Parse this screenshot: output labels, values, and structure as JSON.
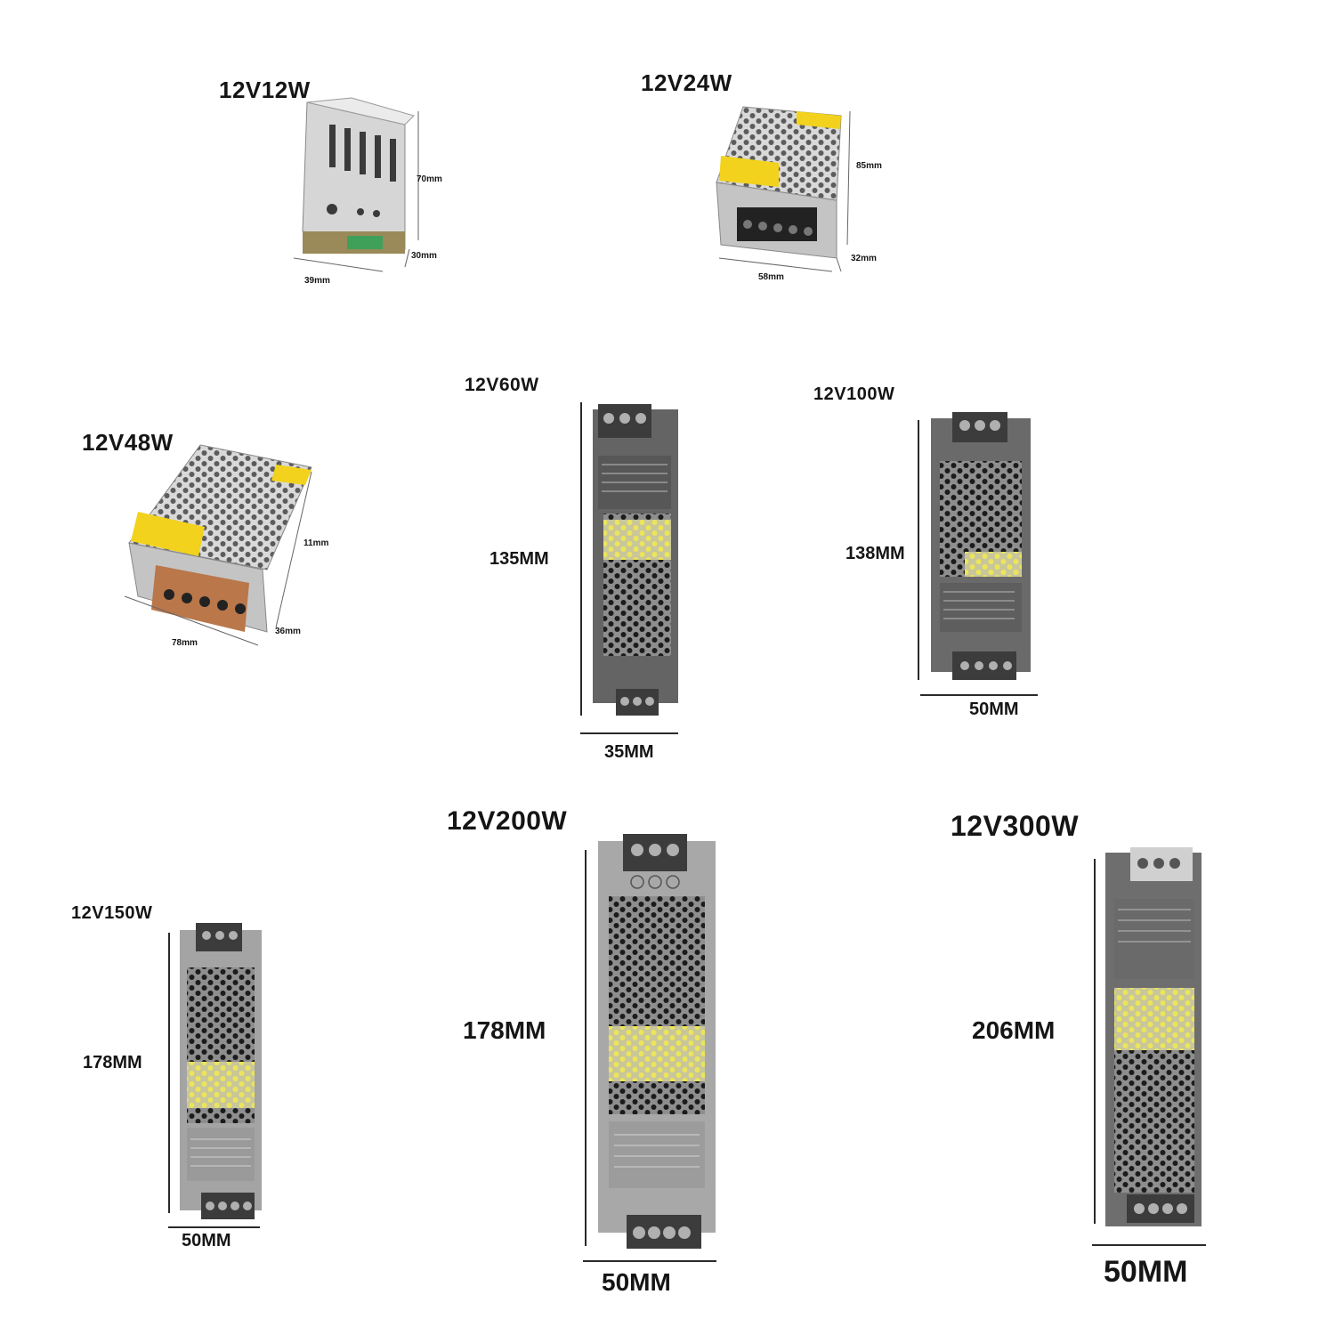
{
  "products": [
    {
      "title": "12V12W",
      "dims": [
        "70mm",
        "30mm",
        "39mm"
      ]
    },
    {
      "title": "12V24W",
      "dims": [
        "85mm",
        "32mm",
        "58mm"
      ]
    },
    {
      "title": "12V48W",
      "dims": [
        "11mm",
        "36mm",
        "78mm"
      ]
    },
    {
      "title": "12V60W",
      "dims": [
        "135MM",
        "35MM"
      ]
    },
    {
      "title": "12V100W",
      "dims": [
        "138MM",
        "50MM"
      ]
    },
    {
      "title": "12V150W",
      "dims": [
        "178MM",
        "50MM"
      ]
    },
    {
      "title": "12V200W",
      "dims": [
        "178MM",
        "50MM"
      ]
    },
    {
      "title": "12V300W",
      "dims": [
        "206MM",
        "50MM"
      ]
    }
  ],
  "colors": {
    "housing_silver": "#c9c9c9",
    "housing_dark": "#5a5a5a",
    "label_yellow": "#f2d21c",
    "honeycomb_yellow": "#e9e26a"
  }
}
